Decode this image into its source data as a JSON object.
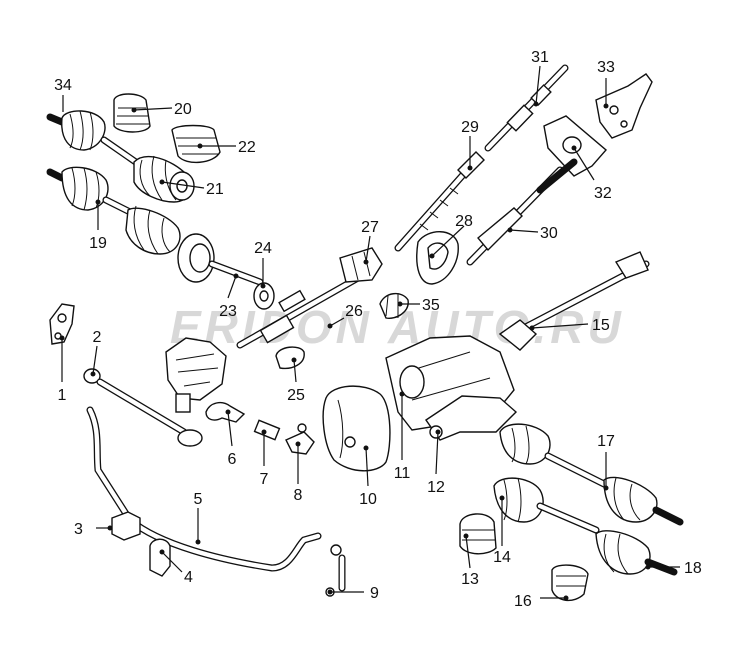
{
  "diagram": {
    "watermark": "ERIDON AUTO.RU",
    "callouts": [
      {
        "id": "callout-1",
        "label": "1"
      },
      {
        "id": "callout-2",
        "label": "2"
      },
      {
        "id": "callout-3",
        "label": "3"
      },
      {
        "id": "callout-4",
        "label": "4"
      },
      {
        "id": "callout-5",
        "label": "5"
      },
      {
        "id": "callout-6",
        "label": "6"
      },
      {
        "id": "callout-7",
        "label": "7"
      },
      {
        "id": "callout-8",
        "label": "8"
      },
      {
        "id": "callout-9",
        "label": "9"
      },
      {
        "id": "callout-10",
        "label": "10"
      },
      {
        "id": "callout-11",
        "label": "11"
      },
      {
        "id": "callout-12",
        "label": "12"
      },
      {
        "id": "callout-13",
        "label": "13"
      },
      {
        "id": "callout-14",
        "label": "14"
      },
      {
        "id": "callout-15",
        "label": "15"
      },
      {
        "id": "callout-16",
        "label": "16"
      },
      {
        "id": "callout-17",
        "label": "17"
      },
      {
        "id": "callout-18",
        "label": "18"
      },
      {
        "id": "callout-19",
        "label": "19"
      },
      {
        "id": "callout-20",
        "label": "20"
      },
      {
        "id": "callout-21",
        "label": "21"
      },
      {
        "id": "callout-22",
        "label": "22"
      },
      {
        "id": "callout-23",
        "label": "23"
      },
      {
        "id": "callout-24",
        "label": "24"
      },
      {
        "id": "callout-25",
        "label": "25"
      },
      {
        "id": "callout-26",
        "label": "26"
      },
      {
        "id": "callout-27",
        "label": "27"
      },
      {
        "id": "callout-28",
        "label": "28"
      },
      {
        "id": "callout-29",
        "label": "29"
      },
      {
        "id": "callout-30",
        "label": "30"
      },
      {
        "id": "callout-31",
        "label": "31"
      },
      {
        "id": "callout-32",
        "label": "32"
      },
      {
        "id": "callout-33",
        "label": "33"
      },
      {
        "id": "callout-34",
        "label": "34"
      },
      {
        "id": "callout-35",
        "label": "35"
      }
    ]
  }
}
